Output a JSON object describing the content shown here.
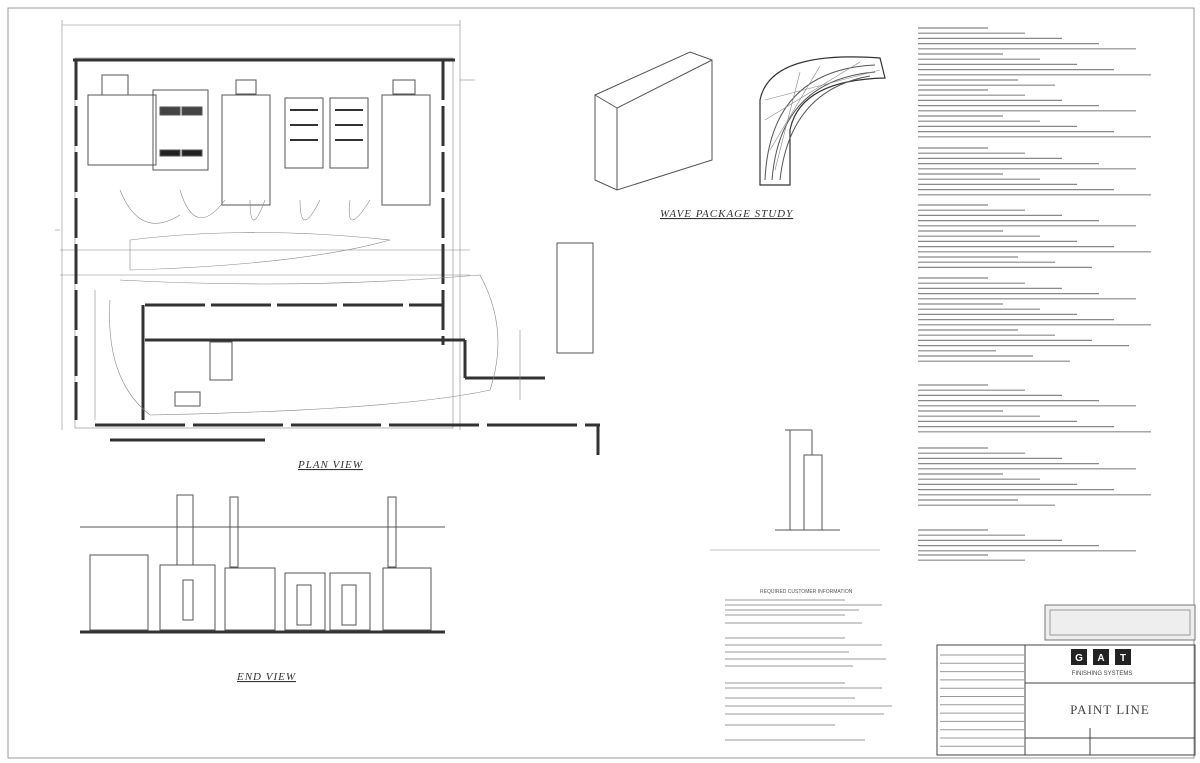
{
  "drawing": {
    "plan_view_label": "PLAN VIEW",
    "end_view_label": "END VIEW",
    "wave_package_label": "WAVE PACKAGE STUDY",
    "customer_info_heading": "REQUIRED CUSTOMER INFORMATION"
  },
  "title_block": {
    "logo_letters": [
      "G",
      "A",
      "T"
    ],
    "company": "FINISHING SYSTEMS",
    "project_title": "PAINT LINE"
  },
  "colors": {
    "line": "#555555",
    "background": "#ffffff"
  }
}
